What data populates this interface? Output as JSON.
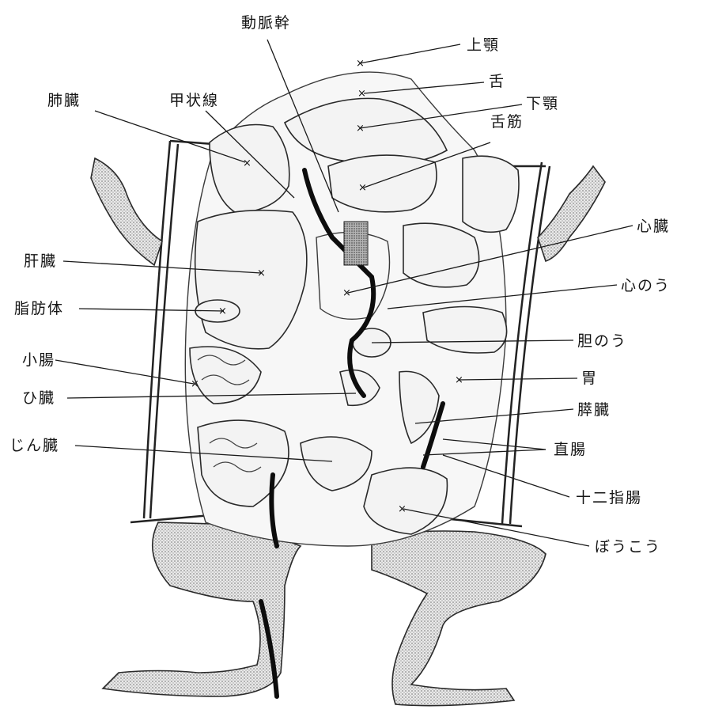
{
  "labels": {
    "aortic_trunk": "動脈幹",
    "upper_jaw": "上顎",
    "tongue": "舌",
    "lower_jaw": "下顎",
    "tongue_muscle": "舌筋",
    "lung": "肺臓",
    "thyroid": "甲状線",
    "heart": "心臓",
    "pericardium": "心のう",
    "liver": "肝臓",
    "fat_body": "脂肪体",
    "gallbladder": "胆のう",
    "small_intestine": "小腸",
    "stomach": "胃",
    "spleen": "ひ臓",
    "pancreas": "膵臓",
    "kidney": "じん臓",
    "rectum": "直腸",
    "duodenum": "十二指腸",
    "bladder": "ぼうこう"
  },
  "colors": {
    "ink": "#151515",
    "organ_fill": "#f3f3f3",
    "skin_stipple": "#9a9a9a",
    "vessel": "#0d0d0d"
  }
}
